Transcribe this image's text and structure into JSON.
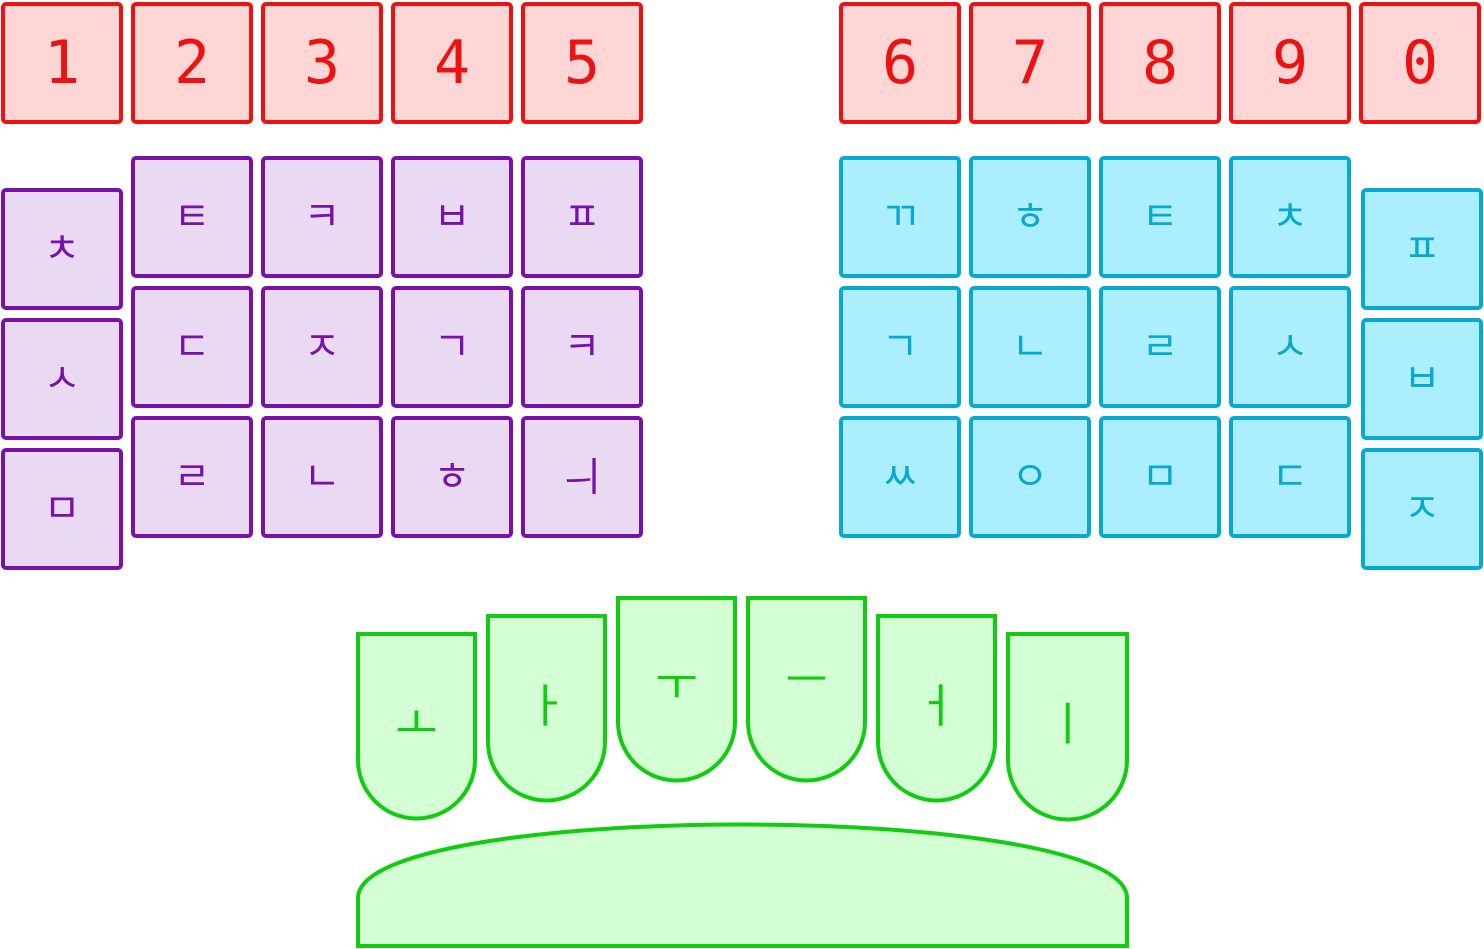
{
  "number_row": {
    "left": [
      "1",
      "2",
      "3",
      "4",
      "5"
    ],
    "right": [
      "6",
      "7",
      "8",
      "9",
      "0"
    ]
  },
  "left_block": {
    "pinky_column": [
      "ㅊ",
      "ㅅ",
      "ㅁ"
    ],
    "rows": [
      [
        "ㅌ",
        "ㅋ",
        "ㅂ",
        "ㅍ"
      ],
      [
        "ㄷ",
        "ㅈ",
        "ㄱ",
        "ㅋ"
      ],
      [
        "ㄹ",
        "ㄴ",
        "ㅎ",
        "ㅢ"
      ]
    ]
  },
  "right_block": {
    "rows": [
      [
        "ㄲ",
        "ㅎ",
        "ㅌ",
        "ㅊ"
      ],
      [
        "ㄱ",
        "ㄴ",
        "ㄹ",
        "ㅅ"
      ],
      [
        "ㅆ",
        "ㅇ",
        "ㅁ",
        "ㄷ"
      ]
    ],
    "pinky_column": [
      "ㅍ",
      "ㅂ",
      "ㅈ"
    ]
  },
  "thumb_keys": [
    "ㅗ",
    "ㅏ",
    "ㅜ",
    "ㅡ",
    "ㅓ",
    "ㅣ"
  ],
  "colors": {
    "number": "#ee1111",
    "number_fill": "#ffd6d6",
    "left": "#7711aa",
    "left_fill": "#ead9f3",
    "right": "#08a8d0",
    "right_fill": "#aaeeff",
    "thumb": "#11cc11",
    "thumb_fill": "#d4ffd4"
  }
}
